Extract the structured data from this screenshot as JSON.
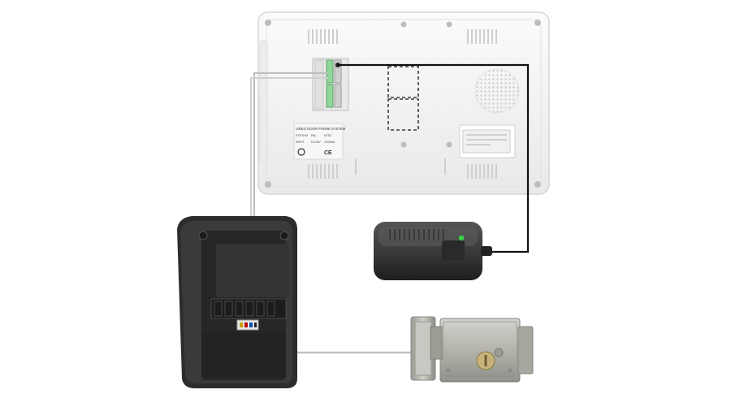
{
  "monitor": {
    "label_title": "VIDEO DOOR PHONE SYSTEM",
    "label_rows": [
      [
        "SYSTEM",
        "PAL",
        "NTSC"
      ],
      [
        "INPUT",
        "DC15V",
        "1200MA"
      ]
    ],
    "cert_mark": "CE"
  },
  "colors": {
    "monitor_body": "#f4f4f4",
    "adapter_body": "#3a3a3a",
    "power_led": "#3cd04a",
    "outdoor_unit": "#2c2c2c",
    "lock_metal": "#b8b8b2",
    "wire_black": "#111111",
    "wire_grey": "#bdbdbd"
  }
}
